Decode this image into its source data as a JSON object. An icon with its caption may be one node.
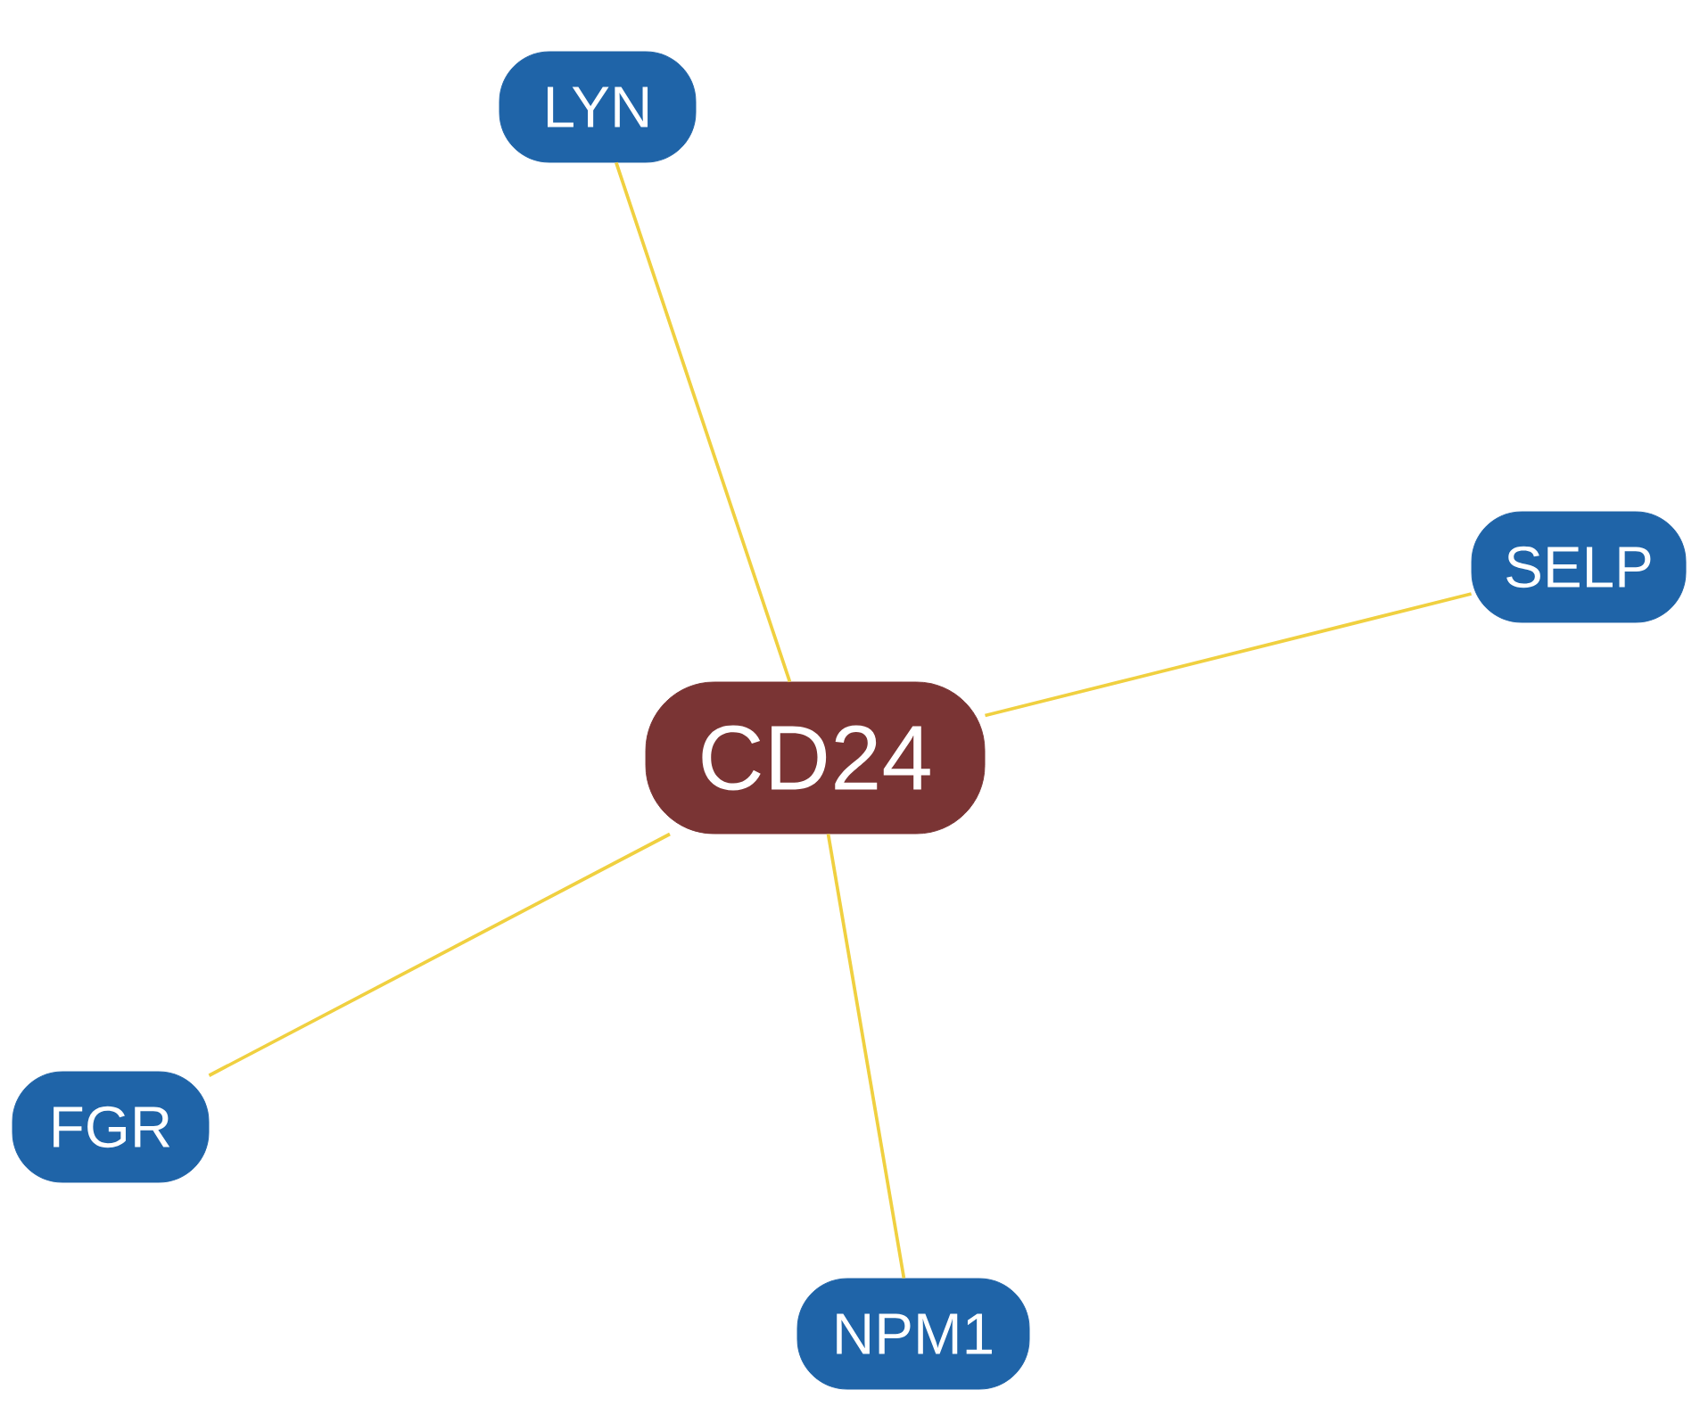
{
  "diagram": {
    "nodes": [
      {
        "text": [
          "CD24"
        ]
      },
      {
        "text": [
          "LYN"
        ]
      },
      {
        "text": [
          "SELP"
        ]
      },
      {
        "text": [
          "FGR"
        ]
      },
      {
        "text": [
          "NPM1"
        ]
      }
    ],
    "edges": [
      {
        "from": 0,
        "to": 1,
        "arrow": "none"
      },
      {
        "from": 0,
        "to": 2,
        "arrow": "none"
      },
      {
        "from": 0,
        "to": 3,
        "arrow": "none"
      },
      {
        "from": 0,
        "to": 4,
        "arrow": "none"
      }
    ]
  }
}
